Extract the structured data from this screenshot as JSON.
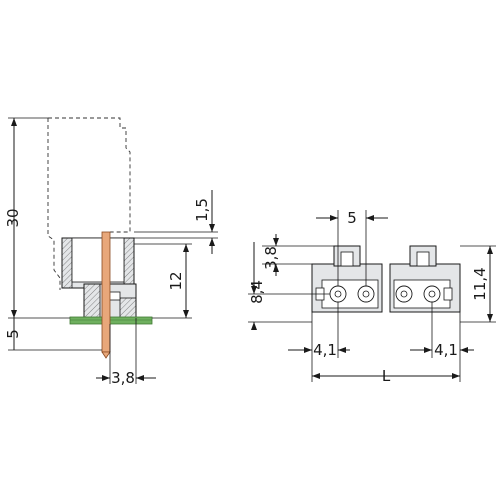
{
  "dimensions": {
    "total_height": "30",
    "pin_length": "5",
    "top_offset": "1,5",
    "body_height": "12",
    "pin_pitch_spacing": "3,8",
    "pitch": "5",
    "header_height": "3,8",
    "pin_row_height": "8,4",
    "overall_height": "11,4",
    "left_edge_offset": "4,1",
    "right_edge_offset": "4,1",
    "length": "L"
  },
  "colors": {
    "pin": "#e8a77a",
    "pcb": "#6fb05f",
    "housing": "#e4e6e8"
  }
}
